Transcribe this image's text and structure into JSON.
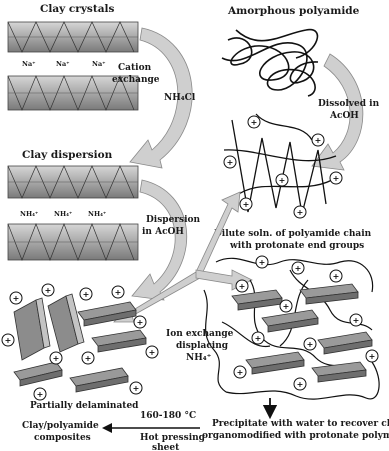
{
  "labels": {
    "clay_crystals": "Clay crystals",
    "amorphous_polyamide": "Amorphous polyamide",
    "cation_exchange_1": "Cation",
    "cation_exchange_2": "exchange",
    "nh4cl": "NH₄Cl",
    "dissolved_1": "Dissolved in",
    "dissolved_2": "AcOH",
    "clay_dispersion": "Clay dispersion",
    "dispersion_1": "Dispersion",
    "dispersion_2": "in AcOH",
    "dilute_1": "Dilute soln. of polyamide chain",
    "dilute_2": "with protonate end groups",
    "ion_exchange_1": "Ion exchange",
    "ion_exchange_2": "displacing",
    "ion_exchange_3": "NH₄⁺",
    "partially_delaminated": "Partially delaminated",
    "temperature": "160-180 °C",
    "composites_1": "Clay/polyamide",
    "composites_2": "composites",
    "hot_pressing_1": "Hot pressing",
    "hot_pressing_2": "sheet",
    "precipitate_1": "Precipitate with water to recover clay",
    "precipitate_2": "organomodified with protonate polymers"
  },
  "ion_labels": {
    "na": "Na⁺",
    "nh4": "NH₄⁺",
    "plus": "+"
  },
  "colors": {
    "ink": "#1a1a1a",
    "clay_dark": "#5a5a5a",
    "clay_light": "#bdbdbd",
    "arrow_fill": "#cfcfcf",
    "arrow_stroke": "#8a8a8a",
    "polymer": "#111111"
  }
}
